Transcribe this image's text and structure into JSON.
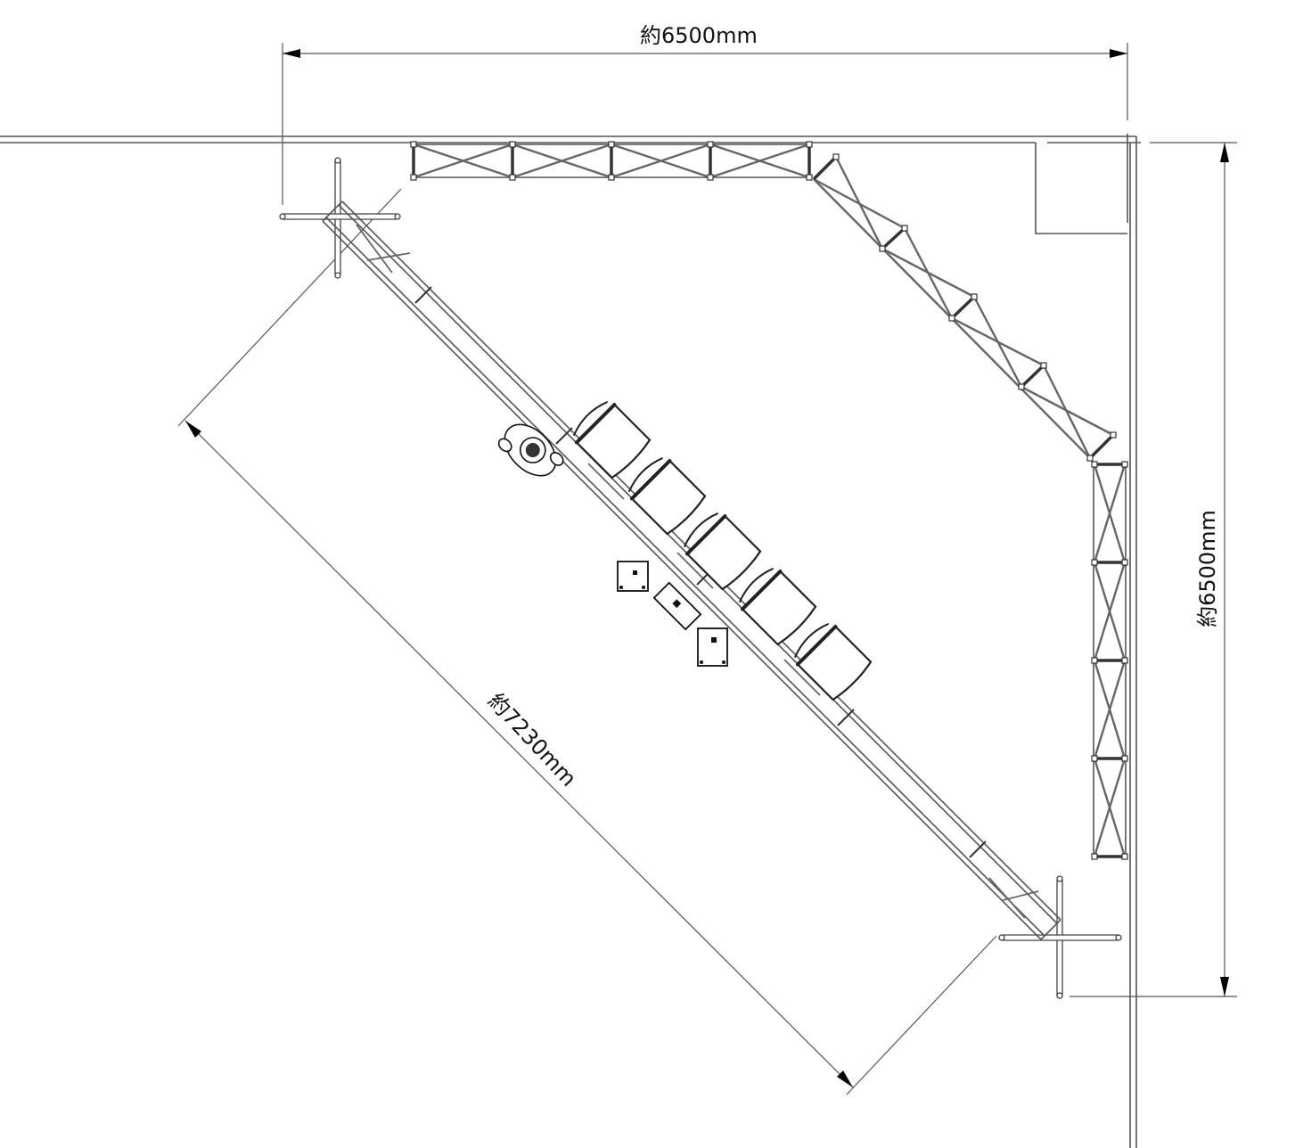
{
  "drawing": {
    "type": "floor-plan-top-view",
    "dimensions": {
      "top_width": "約6500mm",
      "right_depth": "約6500mm",
      "diagonal_length": "約7230mm"
    },
    "elements": {
      "top_truss": {
        "label": "top-wall-truss",
        "segments": 4
      },
      "angled_truss": {
        "label": "angled-corner-truss",
        "segments": 4
      },
      "right_truss": {
        "label": "right-wall-truss",
        "segments": 4
      },
      "diagonal_truss": {
        "label": "diagonal-truss",
        "base_stands": 2
      },
      "chairs": {
        "count": 5
      },
      "speakers": {
        "count": 3
      },
      "person": {
        "count": 1
      }
    },
    "colors": {
      "line": "#555555",
      "background": "#ffffff",
      "arrow": "#000000"
    }
  }
}
